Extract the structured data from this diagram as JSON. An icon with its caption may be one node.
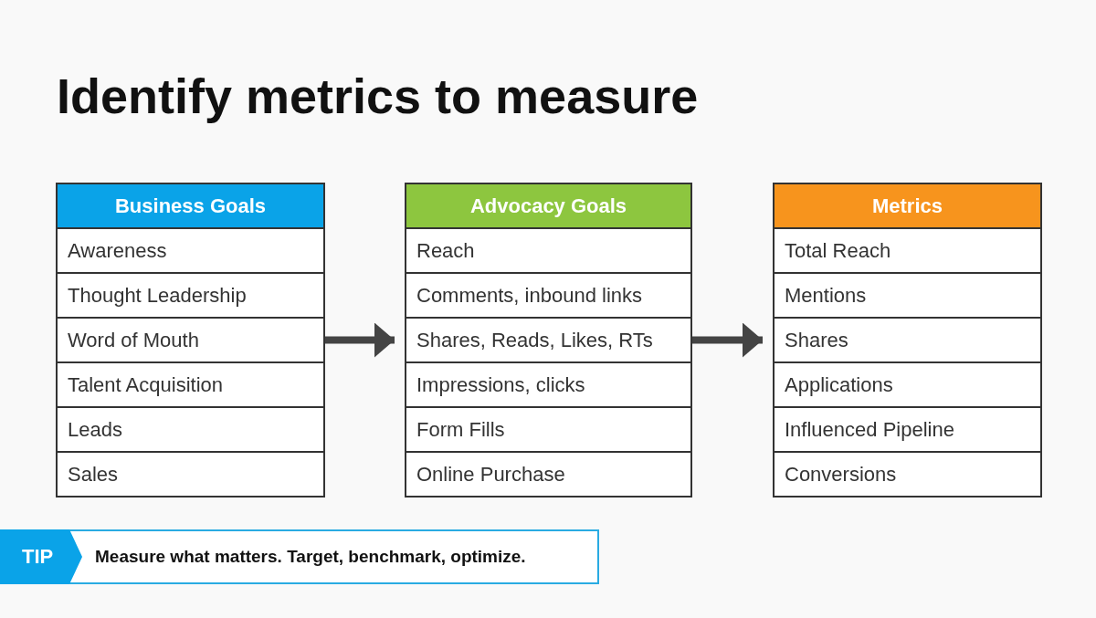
{
  "diagram": {
    "title": "Identify metrics to measure",
    "nodes": [
      {
        "text": [
          "Business Goals"
        ]
      },
      {
        "text": [
          "Awareness"
        ],
        "in": 0
      },
      {
        "text": [
          "Thought Leadership"
        ],
        "in": 0
      },
      {
        "text": [
          "Word of Mouth"
        ],
        "in": 0
      },
      {
        "text": [
          "Talent Acquisition"
        ],
        "in": 0
      },
      {
        "text": [
          "Leads"
        ],
        "in": 0
      },
      {
        "text": [
          "Sales"
        ],
        "in": 0
      },
      {
        "text": [
          "Advocacy Goals"
        ]
      },
      {
        "text": [
          "Reach"
        ],
        "in": 7
      },
      {
        "text": [
          "Comments, inbound links"
        ],
        "in": 7
      },
      {
        "text": [
          "Shares, Reads, Likes, RTs"
        ],
        "in": 7
      },
      {
        "text": [
          "Impressions, clicks"
        ],
        "in": 7
      },
      {
        "text": [
          "Form Fills"
        ],
        "in": 7
      },
      {
        "text": [
          "Online Purchase"
        ],
        "in": 7
      },
      {
        "text": [
          "Metrics"
        ]
      },
      {
        "text": [
          "Total Reach"
        ],
        "in": 14
      },
      {
        "text": [
          "Mentions"
        ],
        "in": 14
      },
      {
        "text": [
          "Shares"
        ],
        "in": 14
      },
      {
        "text": [
          "Applications"
        ],
        "in": 14
      },
      {
        "text": [
          "Influenced Pipeline"
        ],
        "in": 14
      },
      {
        "text": [
          "Conversions"
        ],
        "in": 14
      },
      {
        "text": [
          "Measure what matters. Target, benchmark, optimize."
        ]
      },
      {
        "text": [
          "TIP"
        ],
        "in": 21
      }
    ],
    "edges": [
      {
        "from": 0,
        "to": 7,
        "arrow": "to"
      },
      {
        "from": 7,
        "to": 14,
        "arrow": "to"
      }
    ]
  }
}
